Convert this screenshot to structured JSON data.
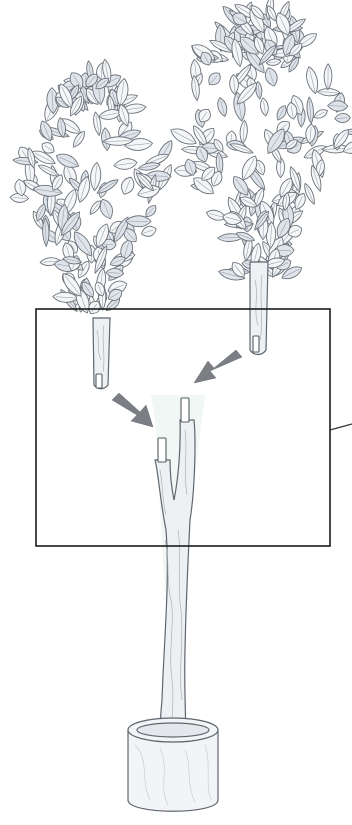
{
  "figure": {
    "type": "assembly-illustration",
    "subject": "artificial-tree-with-two-detachable-crowns",
    "style": "pencil-sketch",
    "colors": {
      "background": "#ffffff",
      "line": "#5f666e",
      "arrow": "#7b7f84",
      "frame": "#1b1b1b",
      "highlight": "#e9f4ef"
    },
    "parts": [
      {
        "name": "left-crown"
      },
      {
        "name": "right-crown"
      },
      {
        "name": "forked-trunk"
      },
      {
        "name": "planter-pot"
      }
    ],
    "arrows": [
      {
        "from": "left-crown",
        "to": "left-trunk-socket",
        "icon": "arrow-down-right-icon"
      },
      {
        "from": "right-crown",
        "to": "right-trunk-socket",
        "icon": "arrow-down-left-icon"
      }
    ],
    "callout": {
      "shape": "rectangle",
      "has_leader_line": true
    }
  }
}
